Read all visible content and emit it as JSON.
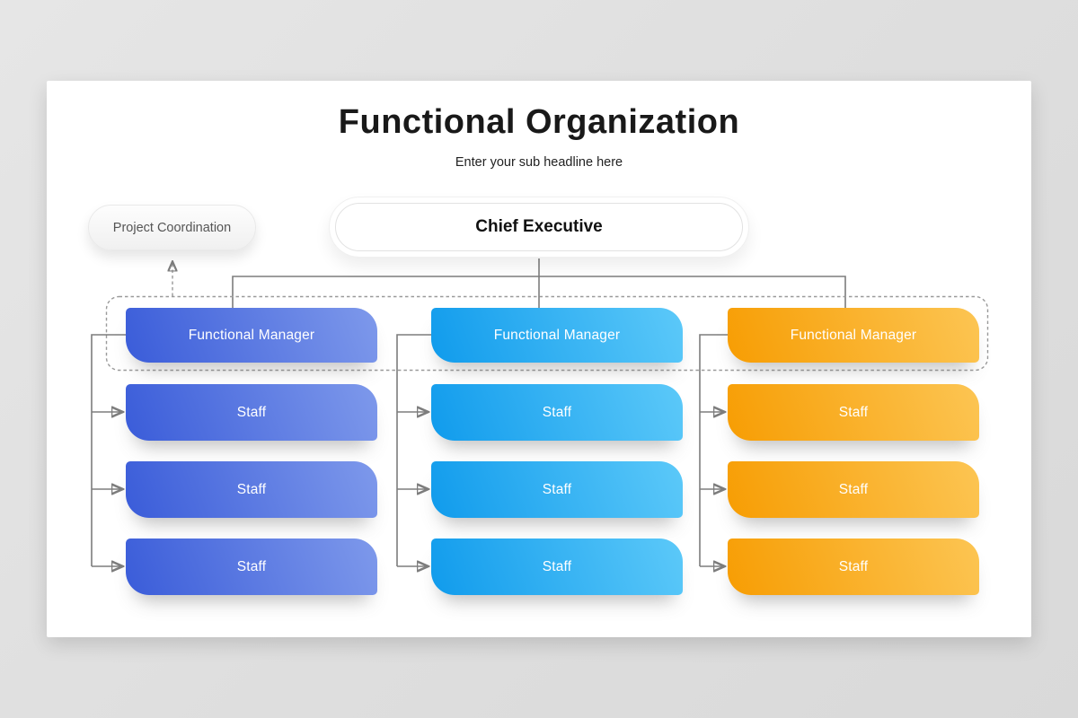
{
  "page": {
    "background_color": "#dedede",
    "card_color": "#ffffff",
    "connector_color": "#7d7d7d"
  },
  "header": {
    "title": "Functional Organization",
    "subtitle": "Enter your sub headline here"
  },
  "nodes": {
    "project_coordination": "Project Coordination",
    "chief_executive": "Chief Executive"
  },
  "columns": [
    {
      "manager": "Functional Manager",
      "staff": [
        "Staff",
        "Staff",
        "Staff"
      ],
      "gradient_start": "#3a5cd9",
      "gradient_end": "#7e99eb"
    },
    {
      "manager": "Functional Manager",
      "staff": [
        "Staff",
        "Staff",
        "Staff"
      ],
      "gradient_start": "#109bec",
      "gradient_end": "#5cc9f9"
    },
    {
      "manager": "Functional Manager",
      "staff": [
        "Staff",
        "Staff",
        "Staff"
      ],
      "gradient_start": "#f79d03",
      "gradient_end": "#fcc553"
    }
  ]
}
